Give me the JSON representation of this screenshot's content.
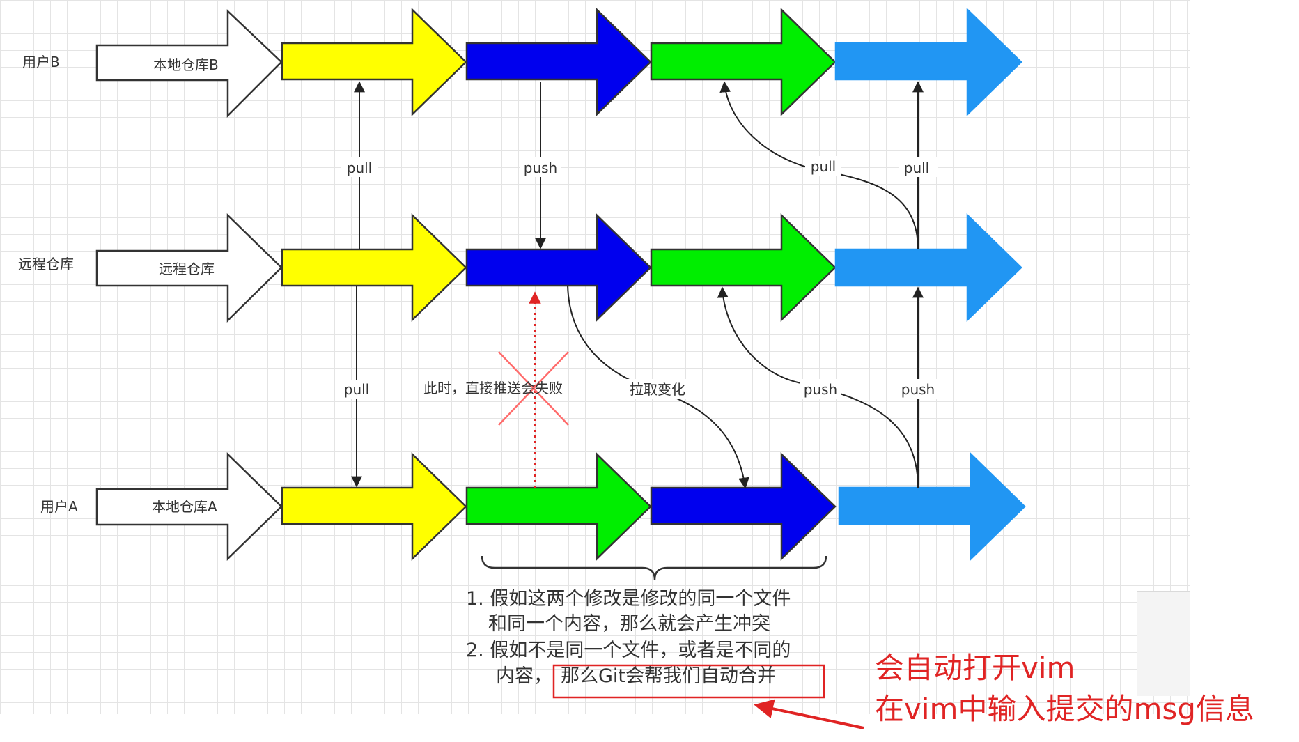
{
  "rows": {
    "user_b": {
      "label": "用户B",
      "repo_label": "本地仓库B"
    },
    "remote": {
      "label": "远程仓库",
      "repo_label": "远程仓库"
    },
    "user_a": {
      "label": "用户A",
      "repo_label": "本地仓库A"
    }
  },
  "arrow_labels": {
    "pull_b": "pull",
    "push_b": "push",
    "pull_b2": "pull",
    "pull_b3": "pull",
    "pull_a": "pull",
    "fail_note": "此时，直接推送会失败",
    "fetch_change": "拉取变化",
    "push_a1": "push",
    "push_a2": "push"
  },
  "notes": {
    "line1": "1. 假如这两个修改是修改的同一个文件",
    "line2": "和同一个内容，那么就会产生冲突",
    "line3": "2. 假如不是同一个文件，或者是不同的",
    "line4_prefix": "内容，",
    "line4_boxed": "那么Git会帮我们自动合并"
  },
  "callout": {
    "line1": "会自动打开vim",
    "line2": "在vim中输入提交的msg信息"
  },
  "colors": {
    "white": "#ffffff",
    "yellow": "#ffff00",
    "blue": "#0000ee",
    "green": "#00ee00",
    "light_blue": "#2196f3",
    "red": "#e02424",
    "dark_text": "#333333"
  }
}
